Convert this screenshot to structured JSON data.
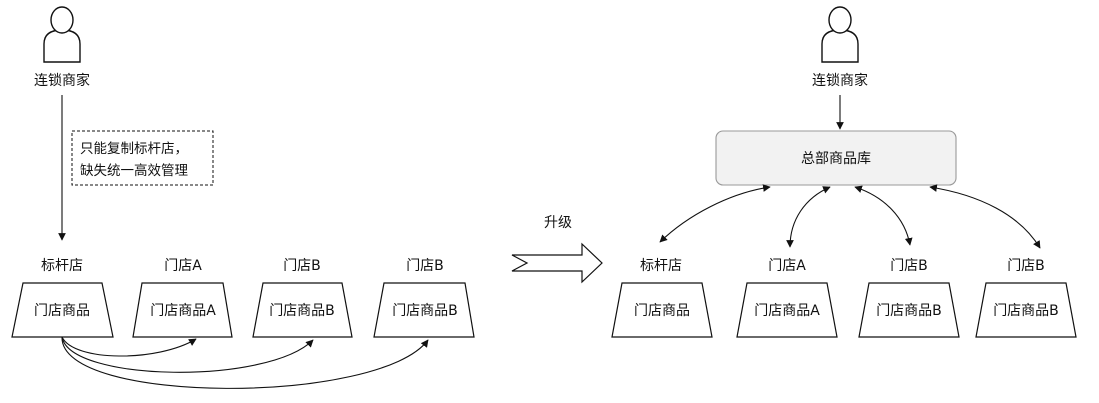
{
  "left": {
    "actor": "连锁商家",
    "note_line1": "只能复制标杆店，",
    "note_line2": "缺失统一高效管理",
    "stores": [
      {
        "title": "标杆店",
        "product": "门店商品"
      },
      {
        "title": "门店A",
        "product": "门店商品A"
      },
      {
        "title": "门店B",
        "product": "门店商品B"
      },
      {
        "title": "门店B",
        "product": "门店商品B"
      }
    ]
  },
  "middle": {
    "upgrade_label": "升级"
  },
  "right": {
    "actor": "连锁商家",
    "hq": "总部商品库",
    "stores": [
      {
        "title": "标杆店",
        "product": "门店商品"
      },
      {
        "title": "门店A",
        "product": "门店商品A"
      },
      {
        "title": "门店B",
        "product": "门店商品B"
      },
      {
        "title": "门店B",
        "product": "门店商品B"
      }
    ]
  }
}
